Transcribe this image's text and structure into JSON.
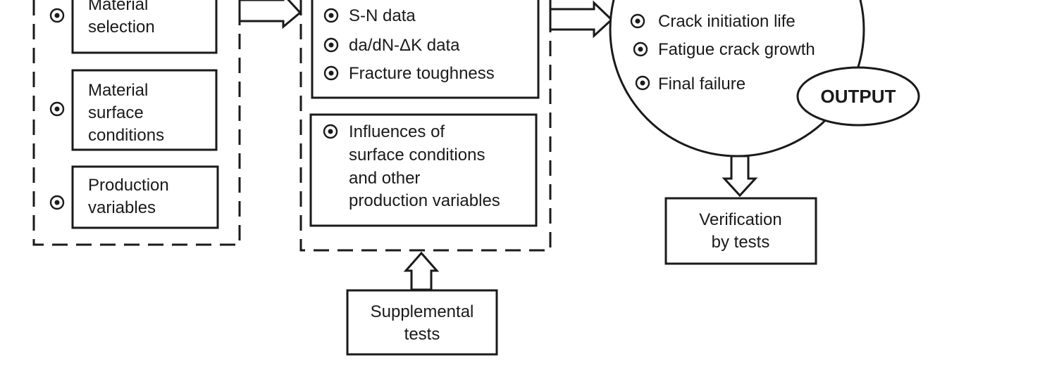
{
  "input_group": {
    "material_selection": [
      "Material",
      "selection"
    ],
    "surface_conditions": [
      "Material",
      "surface",
      "conditions"
    ],
    "production_variables": [
      "Production",
      "variables"
    ]
  },
  "data_group": {
    "items": [
      "S-N data",
      "da/dN-ΔK data",
      "Fracture toughness"
    ],
    "influences": [
      "Influences of",
      "surface conditions",
      "and other",
      "production variables"
    ]
  },
  "supplemental_tests": [
    "Supplemental",
    "tests"
  ],
  "output_circle": {
    "items": [
      "Crack initiation life",
      "Fatigue crack growth",
      "Final failure"
    ],
    "label": "OUTPUT"
  },
  "verification": [
    "Verification",
    "by tests"
  ]
}
